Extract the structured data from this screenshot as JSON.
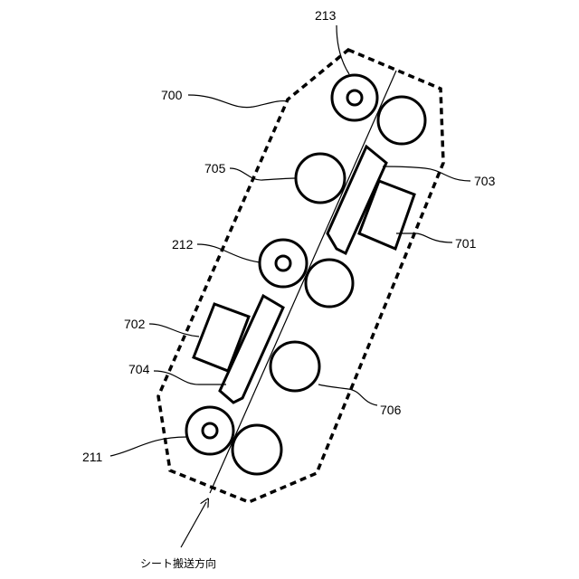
{
  "labels": {
    "l213": "213",
    "l700": "700",
    "l705": "705",
    "l703": "703",
    "l212": "212",
    "l701": "701",
    "l702": "702",
    "l704": "704",
    "l706": "706",
    "l211": "211"
  },
  "caption": "シート搬送方向"
}
